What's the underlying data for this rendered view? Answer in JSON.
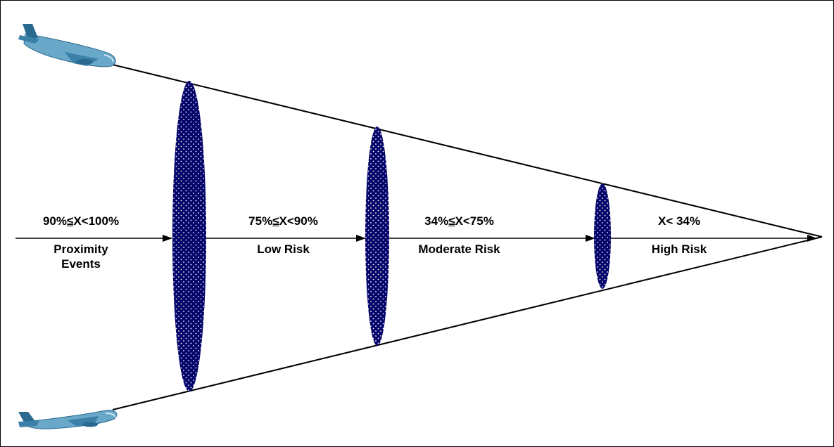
{
  "diagram": {
    "colors": {
      "line": "#000000",
      "ellipse_fill": "#05056b",
      "dots": "#ffffff",
      "plane_body": "#6aa8c9",
      "plane_dark": "#2a6a90"
    },
    "zones": [
      {
        "range_parts": [
          "90%",
          "≤",
          "X<100%"
        ],
        "label_line1": "Proximity",
        "label_line2": "Events"
      },
      {
        "range_parts": [
          "75%",
          "≤",
          "X<90%"
        ],
        "label_line1": "Low Risk",
        "label_line2": ""
      },
      {
        "range_parts": [
          "34%",
          "≤",
          "X<75%"
        ],
        "label_line1": "Moderate Risk",
        "label_line2": ""
      },
      {
        "range_parts": [
          "X< 34%",
          "",
          ""
        ],
        "label_line1": "High Risk",
        "label_line2": ""
      }
    ]
  }
}
